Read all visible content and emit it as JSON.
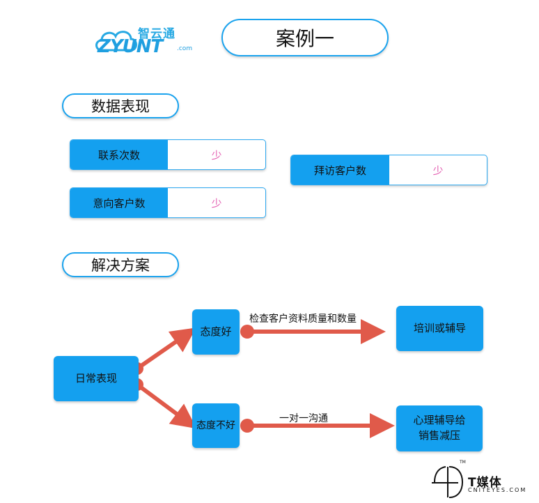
{
  "logo": {
    "cn": "智云通",
    "en": "ZYUNT",
    "com": ".com"
  },
  "title": "案例一",
  "section1": {
    "title": "数据表现",
    "metrics": [
      {
        "label": "联系次数",
        "value": "少"
      },
      {
        "label": "意向客户数",
        "value": "少"
      },
      {
        "label": "拜访客户数",
        "value": "少"
      }
    ]
  },
  "section2": {
    "title": "解决方案",
    "flow": {
      "root": "日常表现",
      "good": "态度好",
      "bad": "态度不好",
      "edge_good": "检查客户资料质量和数量",
      "edge_bad": "一对一沟通",
      "result_good": "培训或辅导",
      "result_bad_line1": "心理辅导给",
      "result_bad_line2": "销售减压"
    }
  },
  "brand": {
    "name": "T媒体",
    "sub": "CNITEYES.COM",
    "tm": "TM"
  },
  "colors": {
    "accent": "#14a0ef",
    "arrow": "#e05a4a",
    "value": "#e463b4"
  }
}
